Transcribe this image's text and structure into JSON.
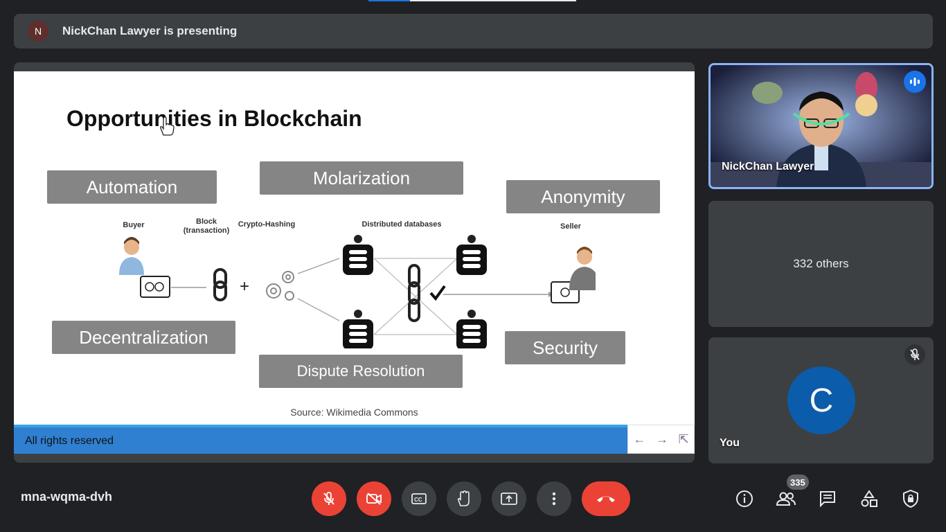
{
  "presenting_banner": {
    "initial": "N",
    "text": "NickChan Lawyer is presenting"
  },
  "slide": {
    "title": "Opportunities in Blockchain",
    "boxes": {
      "automation": "Automation",
      "molarization": "Molarization",
      "anonymity": "Anonymity",
      "decentralization": "Decentralization",
      "dispute_resolution": "Dispute Resolution",
      "security": "Security"
    },
    "diagram_labels": {
      "buyer": "Buyer",
      "block": "Block (transaction)",
      "crypto_hashing": "Crypto-Hashing",
      "distributed_databases": "Distributed databases",
      "seller": "Seller"
    },
    "source": "Source: Wikimedia Commons",
    "footer": "All rights reserved",
    "nav": {
      "prev": "←",
      "next": "→",
      "exit": "⇱"
    }
  },
  "participants": {
    "presenter_name": "NickChan Lawyer",
    "others_label": "332 others",
    "self": {
      "initial": "C",
      "name": "You"
    }
  },
  "bottom_bar": {
    "meeting_code": "mna-wqma-dvh",
    "participant_count": "335"
  },
  "colors": {
    "bg": "#202124",
    "panel": "#3c4043",
    "danger": "#ea4335",
    "accent": "#1a73e8"
  }
}
